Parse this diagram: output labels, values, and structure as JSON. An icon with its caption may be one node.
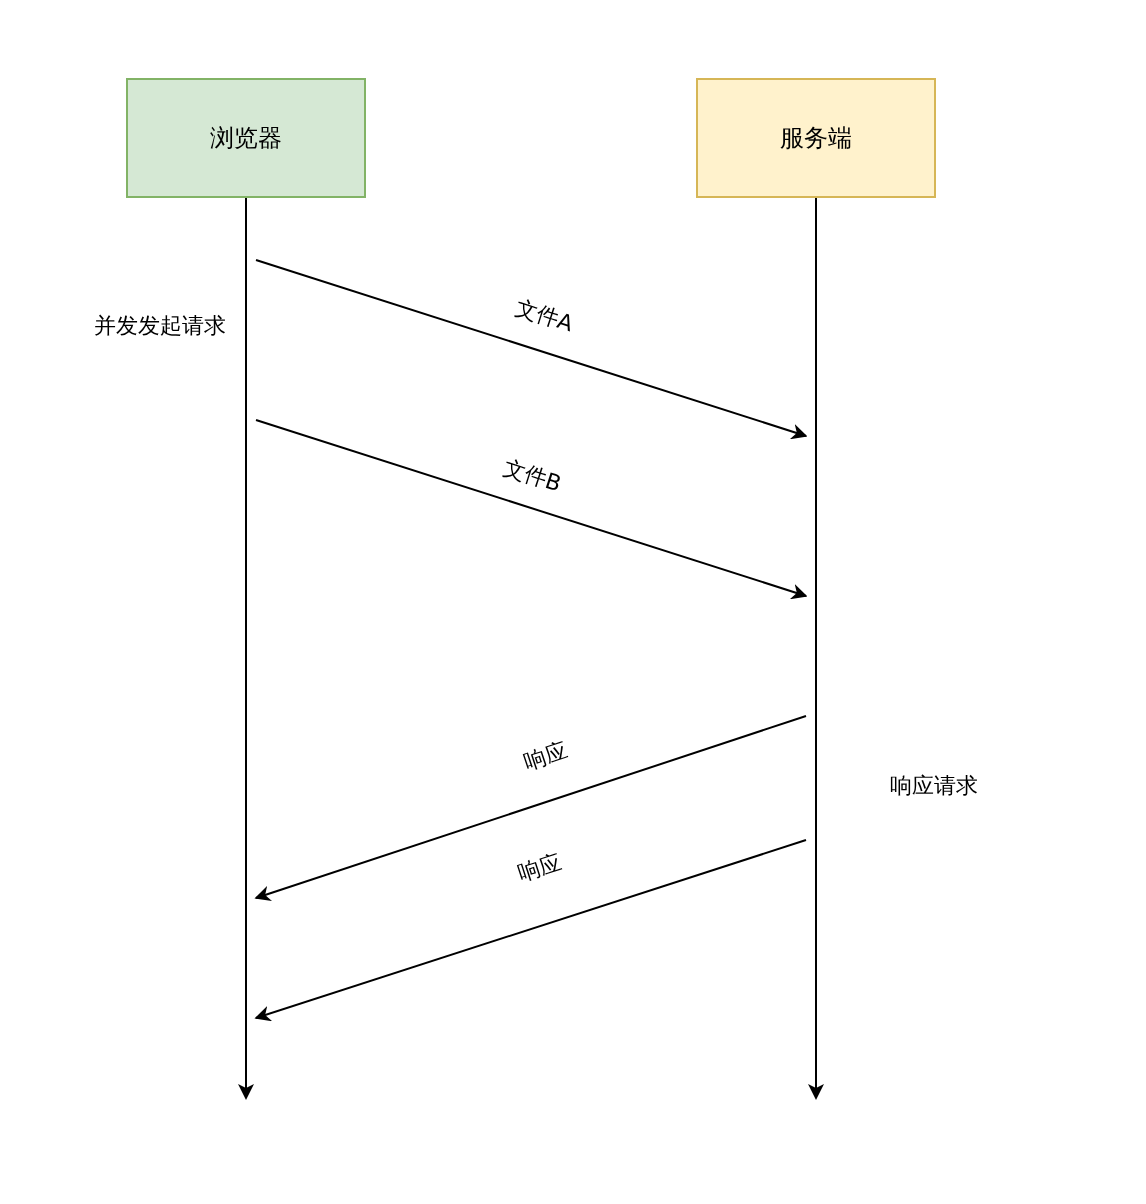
{
  "diagram": {
    "nodes": [
      {
        "text": [
          "浏览器"
        ]
      },
      {
        "text": [
          "服务端"
        ]
      },
      {
        "text": [],
        "shape": "bar"
      },
      {
        "text": [],
        "shape": "bar"
      }
    ],
    "edges": [
      {
        "from": 2,
        "to": 3,
        "arrow": "to",
        "label": "文件A"
      },
      {
        "from": 2,
        "to": 3,
        "arrow": "to",
        "label": "文件B"
      },
      {
        "from": 3,
        "to": 2,
        "arrow": "to",
        "label": "响应"
      },
      {
        "from": 3,
        "to": 2,
        "arrow": "to",
        "label": "响应"
      }
    ],
    "labels": [
      "并发发起请求",
      "响应请求"
    ]
  }
}
